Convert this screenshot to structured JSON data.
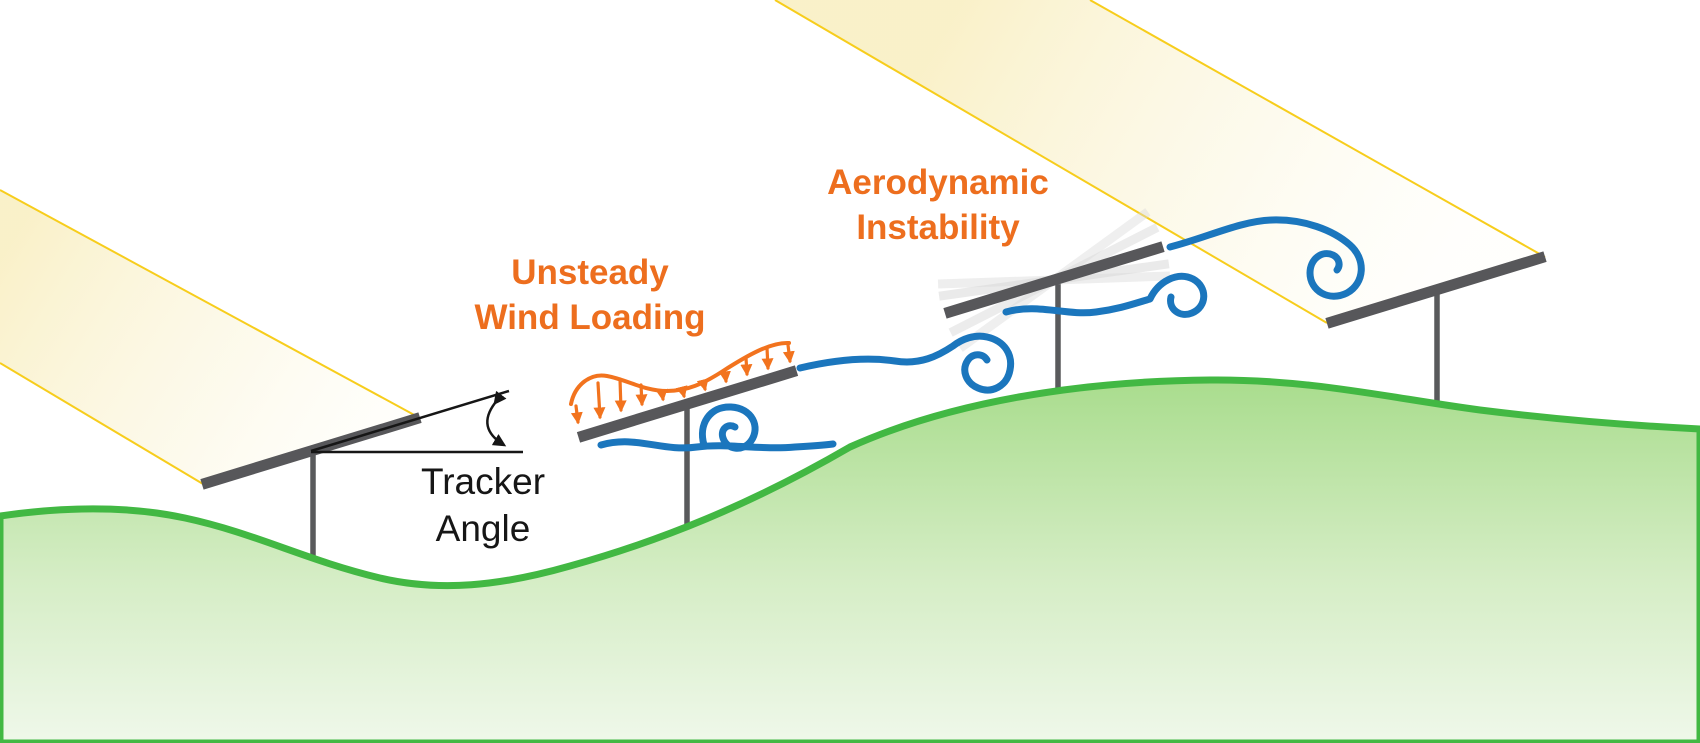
{
  "labels": {
    "aero_instability": {
      "line1": "Aerodynamic",
      "line2": "Instability"
    },
    "unsteady_wind": {
      "line1": "Unsteady",
      "line2": "Wind Loading"
    },
    "tracker_angle": {
      "line1": "Tracker",
      "line2": "Angle"
    }
  },
  "colors": {
    "label-orange": "#ED6E1E",
    "load-orange": "#F2731E",
    "wind-blue": "#1B76BD",
    "panel-gray": "#57575A",
    "post-gray": "#595A5C",
    "ghost-gray": "#D9D9D9",
    "hill-outline-green": "#42B843",
    "hill-top-green": "#A8DC8C",
    "hill-bottom-green": "#EFF8EA",
    "sun-line-yellow": "#F7CD1C",
    "beam-cream": "#F9F0C6",
    "annotation-black": "#161616",
    "background-white": "#FFFFFF"
  },
  "scene": {
    "description_elements": [
      "sun-beam",
      "solar-tracker-panel",
      "tracker-post",
      "hill-terrain",
      "wind-stream",
      "wind-vortex",
      "distributed-load-arrows",
      "tracker-angle-annotation",
      "oscillating-panel-ghosts"
    ]
  }
}
